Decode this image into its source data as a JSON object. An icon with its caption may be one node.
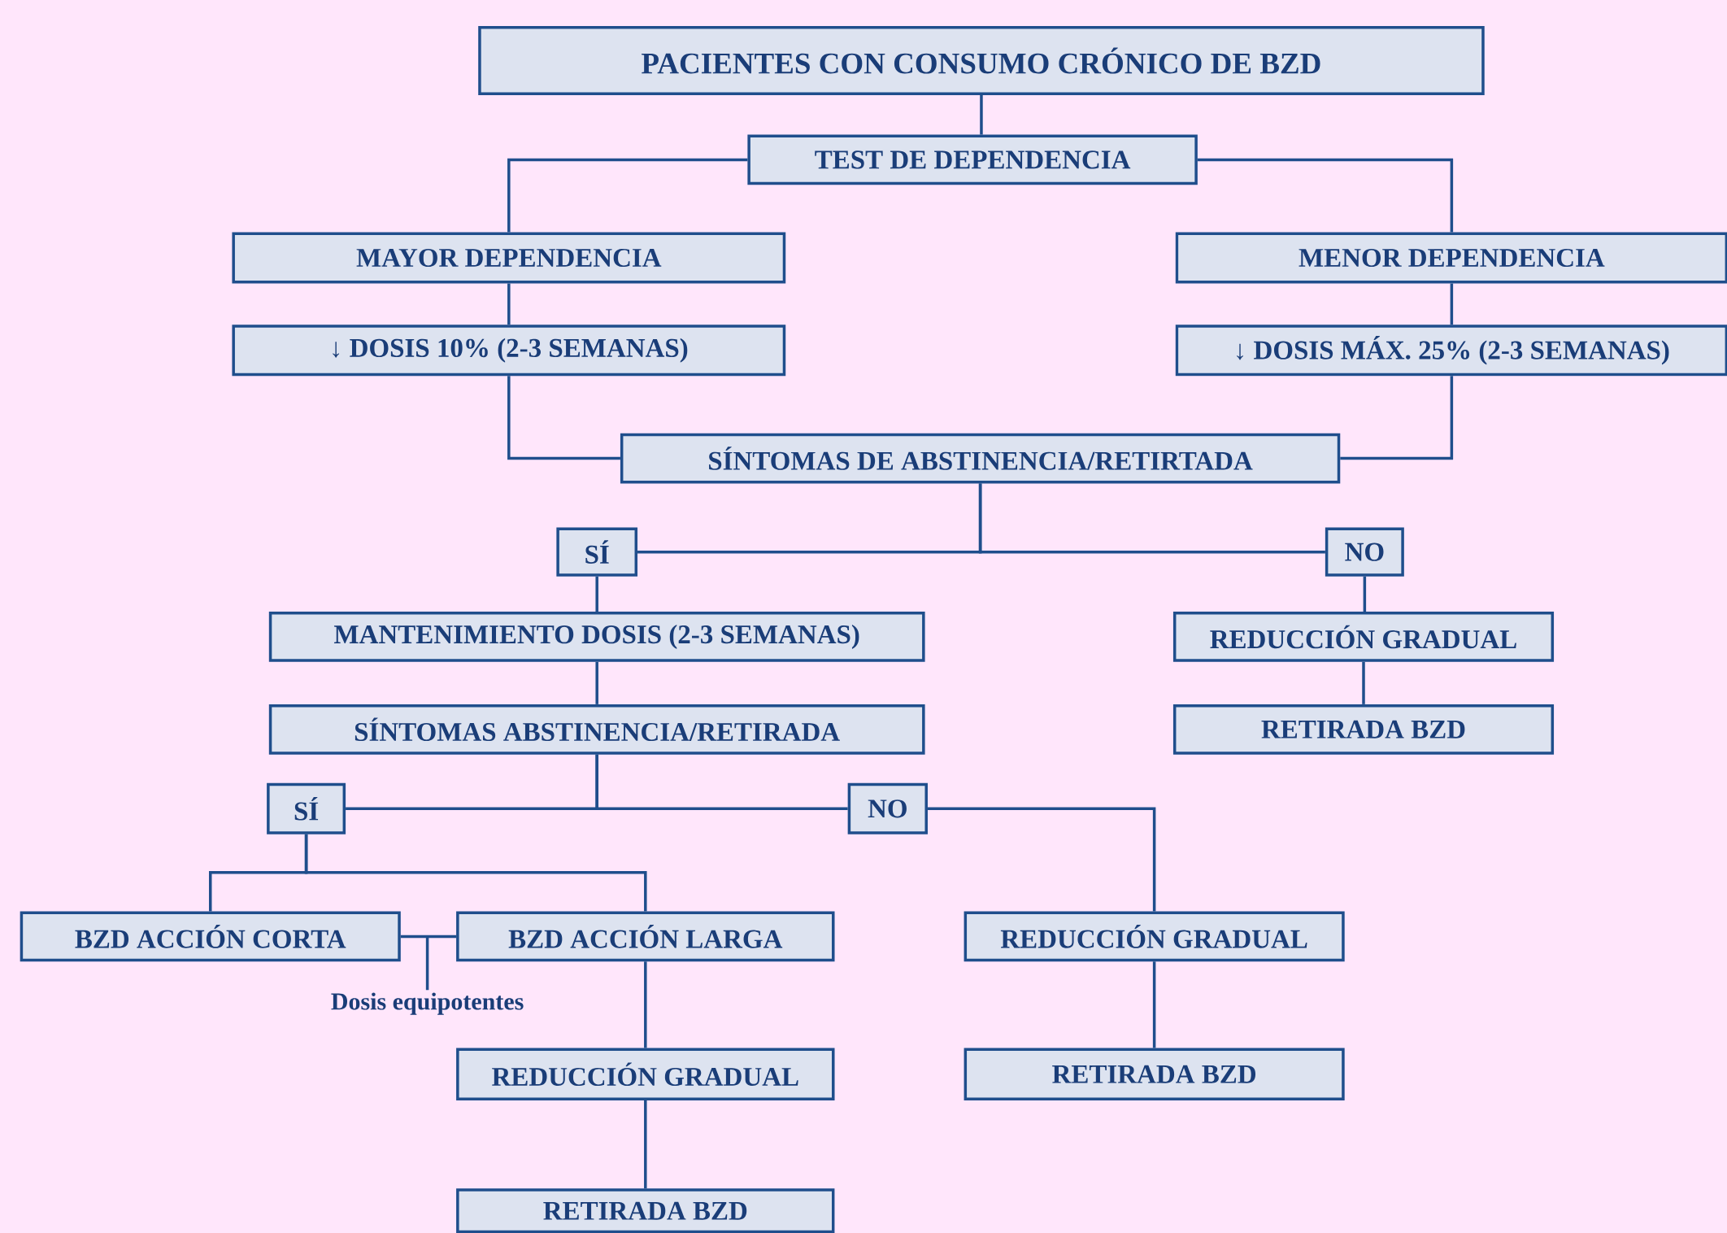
{
  "diagram": {
    "nodes": [
      {
        "text": [
          "PACIENTES CON CONSUMO CRÓNICO DE BZD"
        ]
      },
      {
        "text": [
          "TEST DE DEPENDENCIA"
        ]
      },
      {
        "text": [
          "MAYOR DEPENDENCIA"
        ]
      },
      {
        "text": [
          "MENOR DEPENDENCIA"
        ]
      },
      {
        "text": [
          "↓ DOSIS 10% (2-3 SEMANAS)"
        ]
      },
      {
        "text": [
          "↓ DOSIS MÁX. 25% (2-3 SEMANAS)"
        ]
      },
      {
        "text": [
          "SÍNTOMAS DE ABSTINENCIA/RETIRTADA"
        ]
      },
      {
        "text": [
          "SÍ"
        ]
      },
      {
        "text": [
          "NO"
        ]
      },
      {
        "text": [
          "MANTENIMIENTO DOSIS (2-3 SEMANAS)"
        ]
      },
      {
        "text": [
          "REDUCCIÓN GRADUAL"
        ]
      },
      {
        "text": [
          "SÍNTOMAS ABSTINENCIA/RETIRADA"
        ]
      },
      {
        "text": [
          "RETIRADA BZD"
        ]
      },
      {
        "text": [
          "SÍ"
        ]
      },
      {
        "text": [
          "NO"
        ]
      },
      {
        "text": [
          "BZD ACCIÓN CORTA"
        ]
      },
      {
        "text": [
          "BZD ACCIÓN LARGA"
        ]
      },
      {
        "text": [
          "REDUCCIÓN GRADUAL"
        ]
      },
      {
        "text": [
          "Dosis equipotentes"
        ]
      },
      {
        "text": [
          "REDUCCIÓN GRADUAL"
        ]
      },
      {
        "text": [
          "RETIRADA BZD"
        ]
      },
      {
        "text": [
          "RETIRADA BZD"
        ]
      }
    ],
    "edges": [
      {
        "from": 0,
        "to": 1,
        "arrow": "none"
      },
      {
        "from": 1,
        "to": 2,
        "arrow": "none"
      },
      {
        "from": 1,
        "to": 3,
        "arrow": "none"
      },
      {
        "from": 2,
        "to": 4,
        "arrow": "none"
      },
      {
        "from": 3,
        "to": 5,
        "arrow": "none"
      },
      {
        "from": 4,
        "to": 6,
        "arrow": "none"
      },
      {
        "from": 5,
        "to": 6,
        "arrow": "none"
      },
      {
        "from": 6,
        "to": 7,
        "arrow": "none"
      },
      {
        "from": 6,
        "to": 8,
        "arrow": "none"
      },
      {
        "from": 7,
        "to": 9,
        "arrow": "none"
      },
      {
        "from": 8,
        "to": 10,
        "arrow": "none"
      },
      {
        "from": 9,
        "to": 11,
        "arrow": "none"
      },
      {
        "from": 10,
        "to": 12,
        "arrow": "none"
      },
      {
        "from": 11,
        "to": 13,
        "arrow": "none"
      },
      {
        "from": 11,
        "to": 14,
        "arrow": "none"
      },
      {
        "from": 13,
        "to": 15,
        "arrow": "none"
      },
      {
        "from": 13,
        "to": 16,
        "arrow": "none"
      },
      {
        "from": 14,
        "to": 17,
        "arrow": "none"
      },
      {
        "from": 15,
        "to": 16,
        "arrow": "none"
      },
      {
        "from": 18,
        "to": null,
        "arrow": "none"
      },
      {
        "from": 16,
        "to": 19,
        "arrow": "none"
      },
      {
        "from": 17,
        "to": 20,
        "arrow": "none"
      },
      {
        "from": 19,
        "to": 21,
        "arrow": "none"
      }
    ]
  }
}
